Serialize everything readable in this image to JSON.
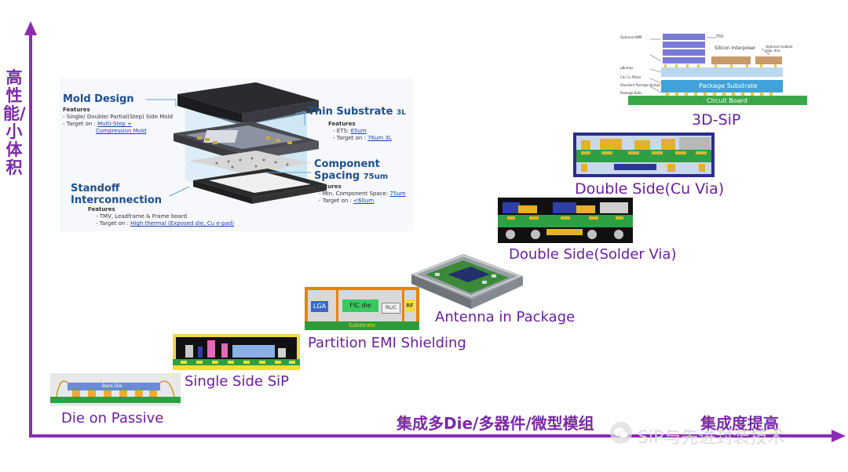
{
  "axes": {
    "y_label": "高性能/小体积",
    "x_label": "集成多Die/多器件/微型模组",
    "x_trend_label": "集成度提高"
  },
  "stages": [
    {
      "label": "Die on Passive"
    },
    {
      "label": "Single Side SiP"
    },
    {
      "label": "Partition EMI Shielding"
    },
    {
      "label": "Antenna in Package"
    },
    {
      "label": "Double Side(Solder Via)"
    },
    {
      "label": "Double Side(Cu Via)"
    },
    {
      "label": "3D-SiP"
    }
  ],
  "partition_diagram": {
    "lga": "LGA",
    "fic": "FIC die",
    "rlc": "RL/C",
    "rf": "RF",
    "substrate": "Substrate"
  },
  "die_on_passive": {
    "die": "Bare Die"
  },
  "exploded_view": {
    "mold_title": "Mold Design",
    "mold_features_head": "Features",
    "mold_feature": "- Single/ Double/ Partial(Step) Side Mold",
    "mold_target_prefix": "- Target on : ",
    "mold_target_1": "Multi-Step +",
    "mold_target_2": "Compression Mold",
    "thin_title": "Thin Substrate",
    "thin_suffix": "3L",
    "thin_features_head": "Features",
    "thin_ets_prefix": "- ETS: ",
    "thin_ets": "65um",
    "thin_target_prefix": "- Target on : ",
    "thin_target": "76um 3L",
    "comp_title_1": "Component",
    "comp_title_2": "Spacing",
    "comp_value": "75um",
    "comp_features_head": "Features",
    "comp_min_prefix": "- Min. Component Space: ",
    "comp_min": "75um",
    "comp_target_prefix": "- Target on : ",
    "comp_target": "<60um",
    "standoff_title_1": "Standoff",
    "standoff_title_2": "Interconnection",
    "standoff_features_head": "Features",
    "standoff_feature": "- TMV, Leadframe & Frame board",
    "standoff_target_prefix": "- Target on : ",
    "standoff_target": "High thermal (Exposed die, Cu e-pad)"
  },
  "stack_3d": {
    "tsv": "TSV",
    "silicon_interposer": "Silicon Interposer",
    "package_substrate": "Package Substrate",
    "circuit_board": "Circuit Board",
    "optional_hbm": "Optional HBM",
    "optional_multiple": "Optional multiple logic dies",
    "ubumps": "μBumps",
    "cu_pillars": "C4/ Cu Pillars",
    "standard_bumps": "Standard Package Bumps",
    "package_balls": "Package Balls"
  },
  "watermark": {
    "text": "SiP与先进封装技术"
  },
  "colors": {
    "axis": "#8a2bb5",
    "label": "#6a1fa0",
    "substrate_green": "#2e9a3a",
    "mold_gold": "#e8b53a"
  }
}
